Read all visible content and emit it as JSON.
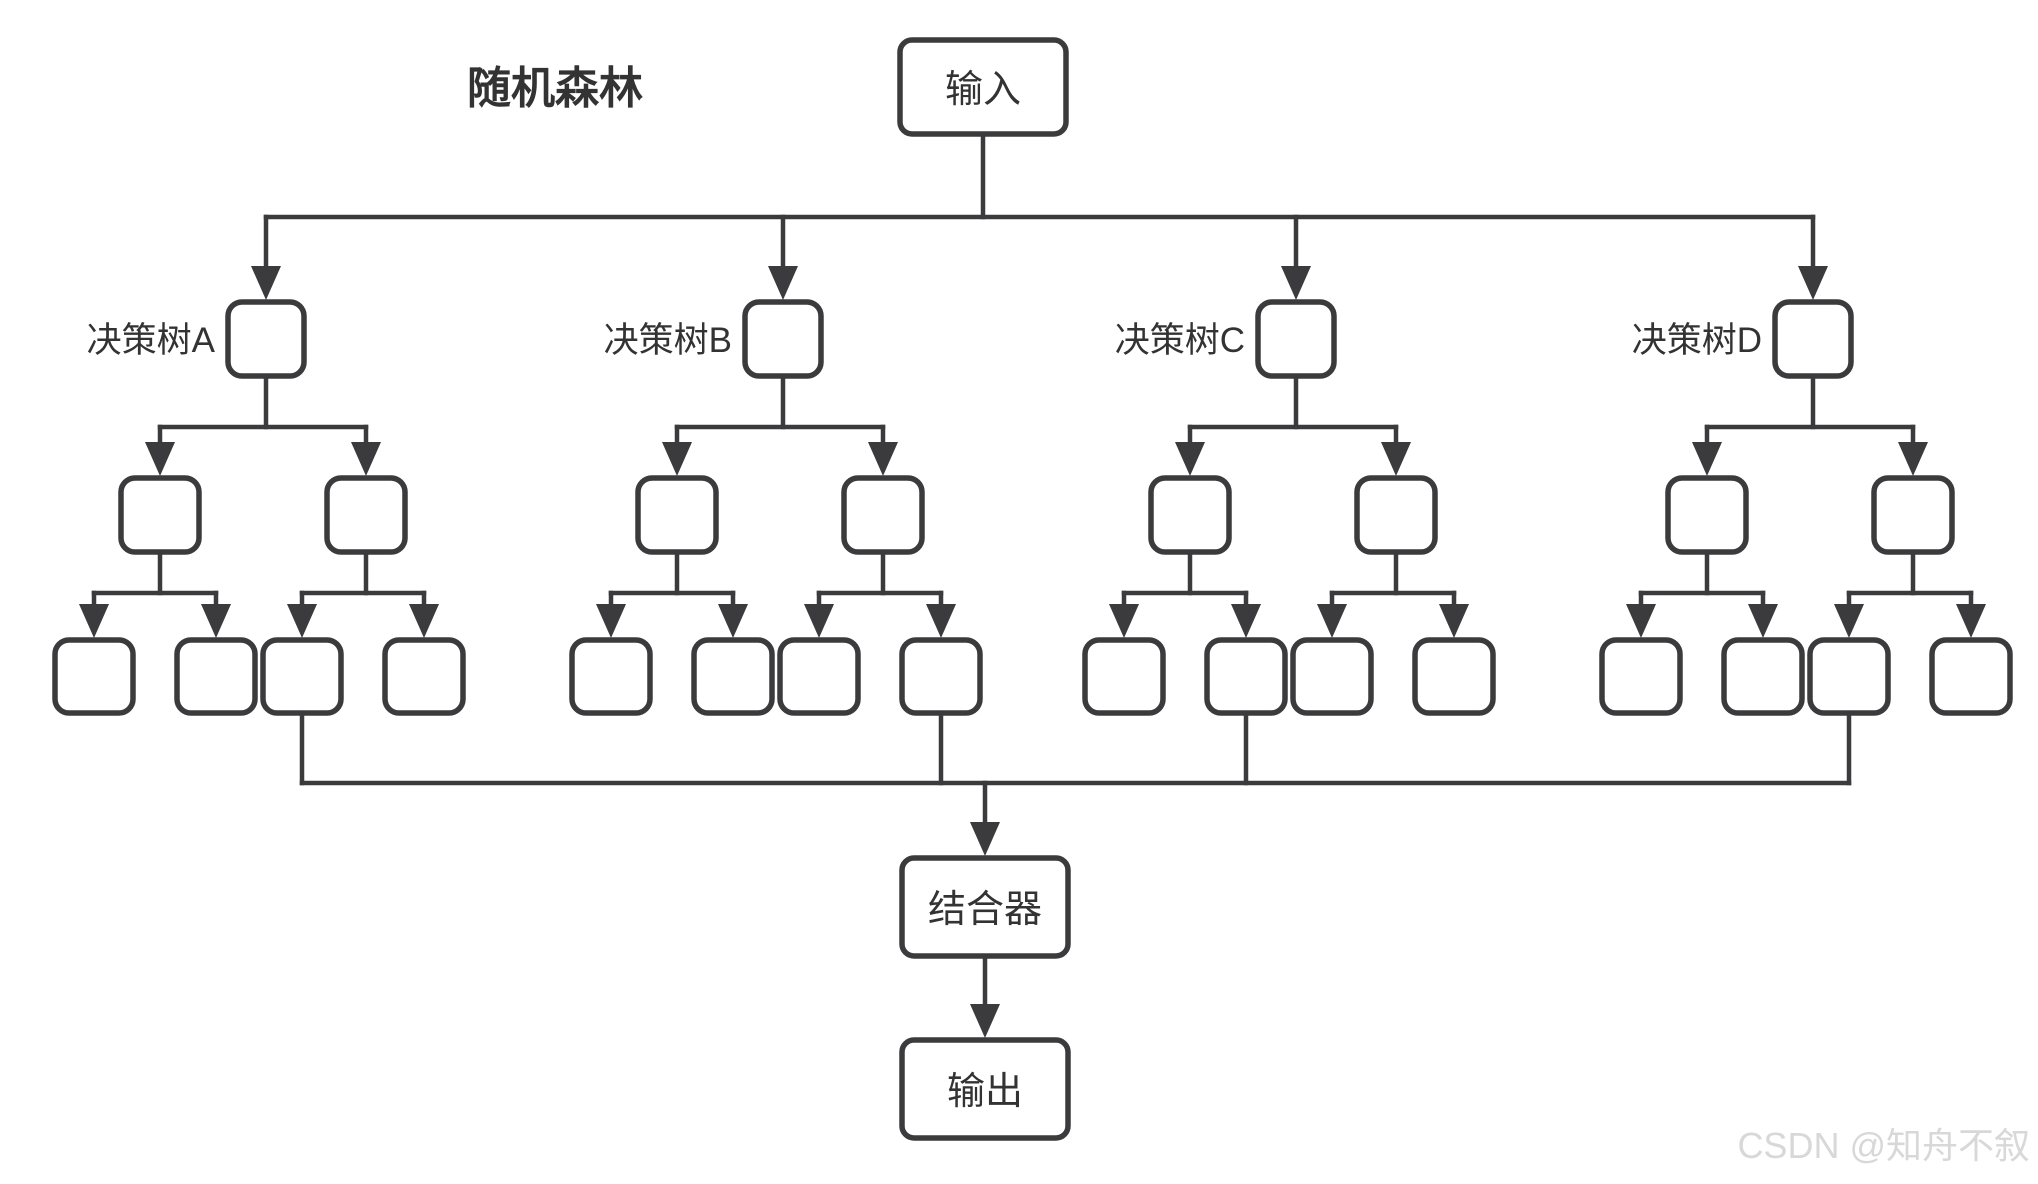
{
  "title": "随机森林",
  "input": {
    "label": "输入"
  },
  "combiner": {
    "label": "结合器"
  },
  "output": {
    "label": "输出"
  },
  "trees": [
    {
      "label": "决策树A"
    },
    {
      "label": "决策树B"
    },
    {
      "label": "决策树C"
    },
    {
      "label": "决策树D"
    }
  ],
  "watermark": "CSDN @知舟不叙",
  "colors": {
    "stroke": "#3b3b3d",
    "text": "#333333",
    "watermark": "#d8d8d8",
    "node_fill": "#ffffff",
    "background": "#ffffff"
  }
}
